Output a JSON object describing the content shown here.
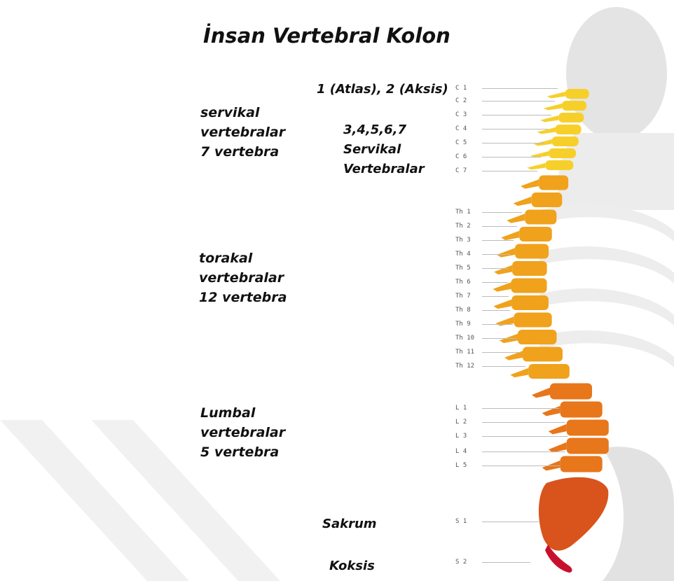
{
  "title": "İnsan Vertebral Kolon",
  "groups": {
    "cervical": [
      "servikal",
      "vertebralar",
      "7 vertebra"
    ],
    "thoracic": [
      "torakal",
      "vertebralar",
      "12 vertebra"
    ],
    "lumbar": [
      "Lumbal",
      "vertebralar",
      "5 vertebra"
    ]
  },
  "notes": {
    "atlas_axis": "1 (Atlas), 2 (Aksis)",
    "cervical_rest": [
      "3,4,5,6,7",
      "Servikal",
      "Vertebralar"
    ],
    "sacrum": "Sakrum",
    "coccyx": "Koksis"
  },
  "segments": {
    "cervical": [
      "C 1",
      "C 2",
      "C 3",
      "C 4",
      "C 5",
      "C 6",
      "C 7"
    ],
    "thoracic": [
      "Th 1",
      "Th 2",
      "Th 3",
      "Th 4",
      "Th 5",
      "Th 6",
      "Th 7",
      "Th 8",
      "Th 9",
      "Th 10",
      "Th 11",
      "Th 12"
    ],
    "lumbar": [
      "L 1",
      "L 2",
      "L 3",
      "L 4",
      "L 5"
    ],
    "sacral": [
      "S 1",
      "S 2"
    ]
  },
  "colors": {
    "cervical": "#f7cf2a",
    "thoracic": "#f0a21c",
    "lumbar": "#e8761a",
    "sacrum": "#d9531c",
    "coccyx": "#c8102e",
    "watermark": "#f0f0f0",
    "silhouette": "#e6e6e6"
  }
}
